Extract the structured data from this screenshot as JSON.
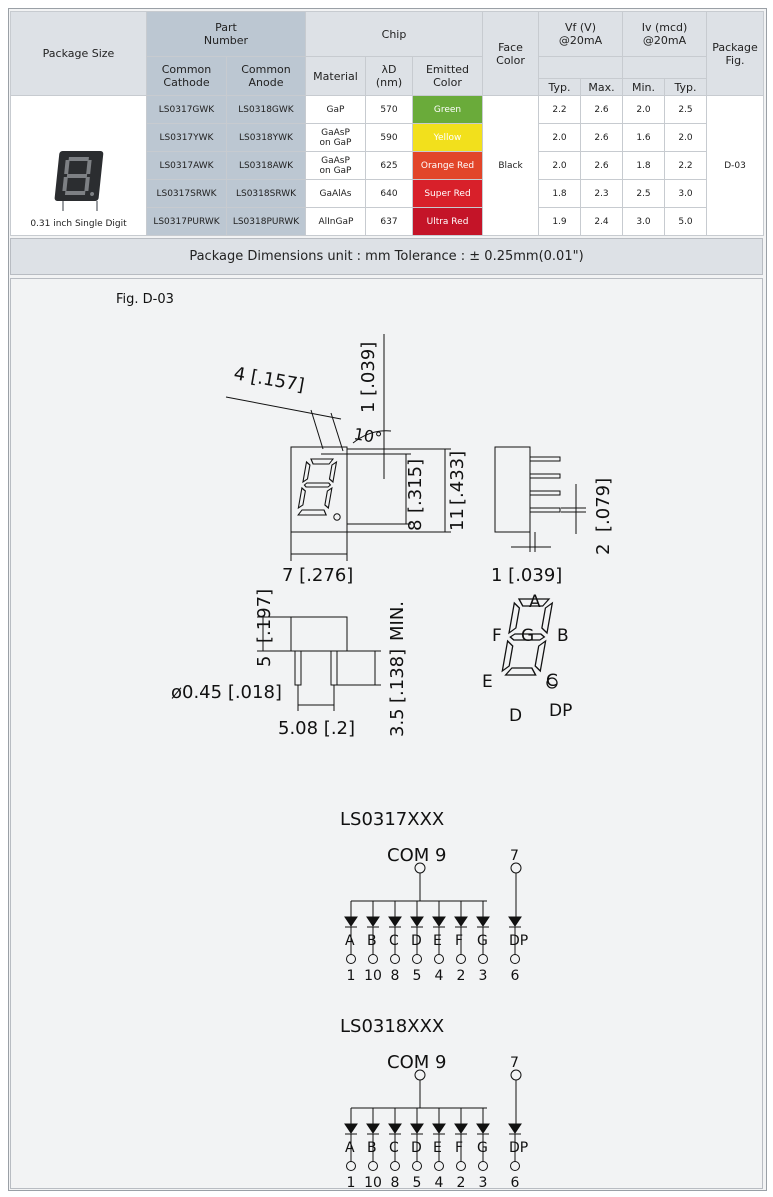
{
  "table": {
    "headers": {
      "package_size": "Package Size",
      "part_number": "Part Number",
      "chip": "Chip",
      "face_color": "Face Color",
      "vf": "Vf (V) @20mA",
      "iv": "Iv (mcd) @20mA",
      "package_fig": "Package Fig.",
      "common_cathode": "Common Cathode",
      "common_anode": "Common Anode",
      "material": "Material",
      "lambda": "λD (nm)",
      "emitted_color": "Emitted Color",
      "typ": "Typ.",
      "max": "Max.",
      "min": "Min.",
      "typ2": "Typ."
    },
    "package_caption": "0.31 inch Single Digit",
    "face_color_value": "Black",
    "package_fig_value": "D-03",
    "rows": [
      {
        "cathode": "LS0317GWK",
        "anode": "LS0318GWK",
        "material": "GaP",
        "lambda": "570",
        "color": "Green",
        "color_hex": "#6aab3a",
        "vf_typ": "2.2",
        "vf_max": "2.6",
        "iv_min": "2.0",
        "iv_typ": "2.5"
      },
      {
        "cathode": "LS0317YWK",
        "anode": "LS0318YWK",
        "material": "GaAsP on GaP",
        "lambda": "590",
        "color": "Yellow",
        "color_hex": "#f2e01c",
        "vf_typ": "2.0",
        "vf_max": "2.6",
        "iv_min": "1.6",
        "iv_typ": "2.0"
      },
      {
        "cathode": "LS0317AWK",
        "anode": "LS0318AWK",
        "material": "GaAsP on GaP",
        "lambda": "625",
        "color": "Orange Red",
        "color_hex": "#e2452a",
        "vf_typ": "2.0",
        "vf_max": "2.6",
        "iv_min": "1.8",
        "iv_typ": "2.2"
      },
      {
        "cathode": "LS0317SRWK",
        "anode": "LS0318SRWK",
        "material": "GaAlAs",
        "lambda": "640",
        "color": "Super Red",
        "color_hex": "#d8202a",
        "vf_typ": "1.8",
        "vf_max": "2.3",
        "iv_min": "2.5",
        "iv_typ": "3.0"
      },
      {
        "cathode": "LS0317PURWK",
        "anode": "LS0318PURWK",
        "material": "AlInGaP",
        "lambda": "637",
        "color": "Ultra Red",
        "color_hex": "#c41428",
        "vf_typ": "1.9",
        "vf_max": "2.4",
        "iv_min": "3.0",
        "iv_typ": "5.0"
      }
    ]
  },
  "dimensions_bar": "Package Dimensions   unit : mm  Tolerance : ± 0.25mm(0.01\")",
  "drawing": {
    "fig_label": "Fig. D-03",
    "dims": {
      "d4": "4 [.157]",
      "d1top": "1 [.039]",
      "angle": "10°",
      "d315": "[.315]",
      "d8": "8",
      "d433": "[.433]",
      "d11": "11",
      "d7": "7 [.276]",
      "d1bot": "1 [.039]",
      "d079": "[.079]",
      "d2": "2",
      "d197": "[.197]",
      "d5": "5",
      "phi": "ø0.45 [.018]",
      "d508": "5.08 [.2]",
      "min": "MIN.",
      "d138": "[.138]",
      "d35": "3.5"
    },
    "segments": {
      "a": "A",
      "b": "B",
      "c": "C",
      "d": "D",
      "e": "E",
      "f": "F",
      "g": "G",
      "dp": "DP"
    },
    "circuits": [
      {
        "title": "LS0317XXX",
        "com": "COM 9",
        "dp_pin": "7",
        "labels": [
          "A",
          "B",
          "C",
          "D",
          "E",
          "F",
          "G",
          "DP"
        ],
        "pins": [
          "1",
          "10",
          "8",
          "5",
          "4",
          "2",
          "3",
          "6"
        ]
      },
      {
        "title": "LS0318XXX",
        "com": "COM 9",
        "dp_pin": "7",
        "labels": [
          "A",
          "B",
          "C",
          "D",
          "E",
          "F",
          "G",
          "DP"
        ],
        "pins": [
          "1",
          "10",
          "8",
          "5",
          "4",
          "2",
          "3",
          "6"
        ]
      }
    ]
  }
}
